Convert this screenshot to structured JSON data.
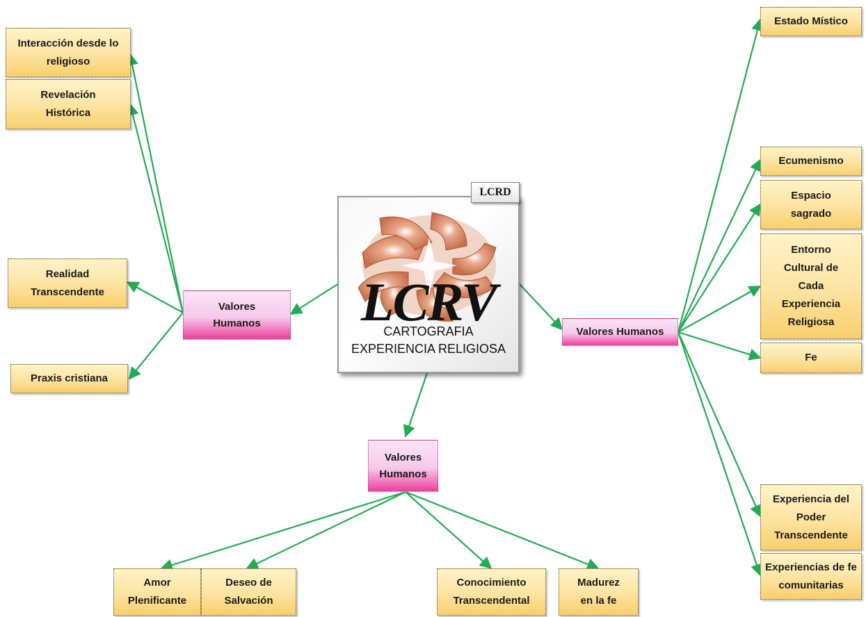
{
  "center": {
    "logo_text": "LCRV",
    "title_line1": "CARTOGRAFIA",
    "title_line2": "EXPERIENCIA RELIGIOSA",
    "badge": "LCRD"
  },
  "hubs": {
    "left": "Valores Humanos",
    "right": "Valores Humanos",
    "bottom": "Valores Humanos"
  },
  "left_branches": [
    "Interacción desde lo religioso",
    "Revelación Histórica",
    "Realidad Transcendente",
    "Praxis cristiana"
  ],
  "right_branches": [
    "Estado Místico",
    "Ecumenismo",
    "Espacio sagrado",
    "Entorno Cultural de Cada Experiencia Religiosa",
    "Fe",
    "Experiencia del Poder Transcendente",
    "Experiencias de fe comunitarias"
  ],
  "bottom_branches": [
    "Amor Plenificante",
    "Deseo de Salvación",
    "Conocimiento Transcendental",
    "Madurez en la fe"
  ],
  "colors": {
    "connector": "#22aa55",
    "leaf_fill": "#fde3a0",
    "hub_fill": "#f6c8ea",
    "hub_accent": "#ec3f9c"
  }
}
